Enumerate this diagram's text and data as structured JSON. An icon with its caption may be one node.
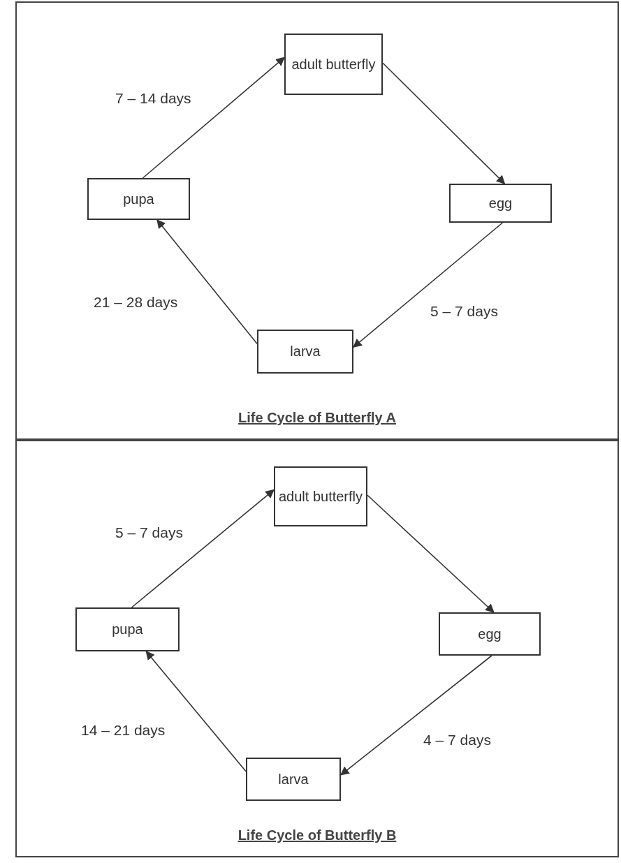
{
  "diagram": {
    "nodes": [
      {
        "text": [
          "Life Cycle of Butterfly A"
        ]
      },
      {
        "text": [
          "adult butterfly"
        ],
        "in": 0
      },
      {
        "text": [
          "egg"
        ],
        "in": 0
      },
      {
        "text": [
          "larva"
        ],
        "in": 0
      },
      {
        "text": [
          "pupa"
        ],
        "in": 0
      },
      {
        "text": [
          "Life Cycle of Butterfly B"
        ]
      },
      {
        "text": [
          "adult butterfly"
        ],
        "in": 5
      },
      {
        "text": [
          "egg"
        ],
        "in": 5
      },
      {
        "text": [
          "larva"
        ],
        "in": 5
      },
      {
        "text": [
          "pupa"
        ],
        "in": 5
      }
    ],
    "edges": [
      {
        "from": 1,
        "to": 2,
        "arrow": "to"
      },
      {
        "from": 2,
        "to": 3,
        "arrow": "to",
        "label": "5 – 7 days"
      },
      {
        "from": 3,
        "to": 4,
        "arrow": "to",
        "label": "21 – 28 days"
      },
      {
        "from": 4,
        "to": 1,
        "arrow": "to",
        "label": "7 – 14 days"
      },
      {
        "from": 6,
        "to": 7,
        "arrow": "to"
      },
      {
        "from": 7,
        "to": 8,
        "arrow": "to",
        "label": "4 – 7 days"
      },
      {
        "from": 8,
        "to": 9,
        "arrow": "to",
        "label": "14 – 21 days"
      },
      {
        "from": 9,
        "to": 6,
        "arrow": "to",
        "label": "5 – 7 days"
      }
    ]
  }
}
